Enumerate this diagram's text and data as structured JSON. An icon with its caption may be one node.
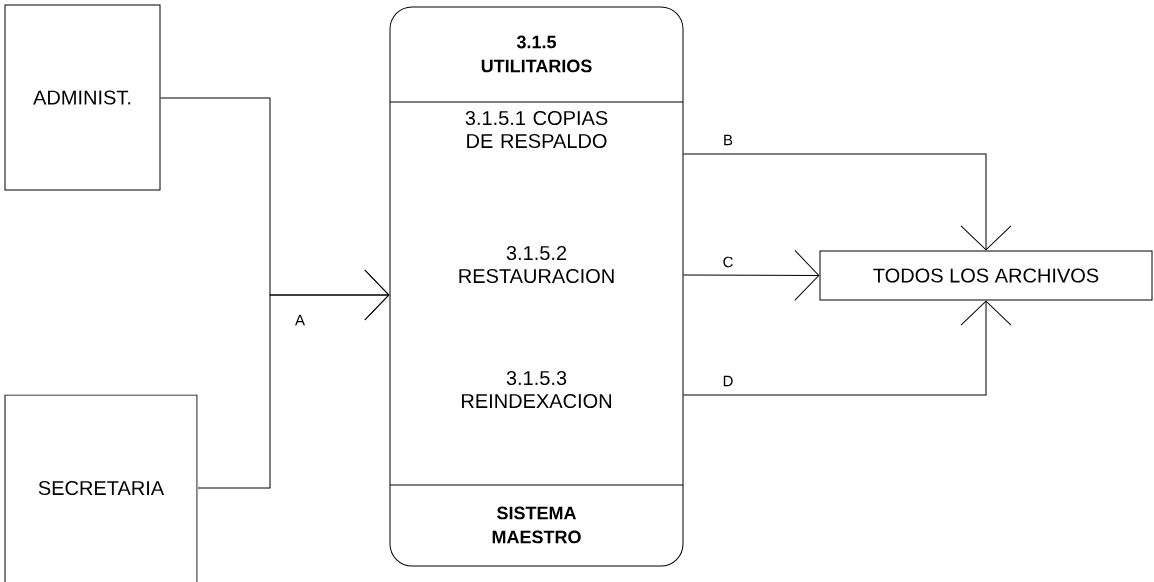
{
  "diagram": {
    "nodes": [
      {
        "text": [
          "ADMINIST."
        ]
      },
      {
        "text": [
          "SECRETARIA"
        ]
      },
      {
        "text": [
          "3.1.5 UTILITARIOS",
          "SISTEMA MAESTRO"
        ]
      },
      {
        "text": [
          "3.1.5.1 COPIAS DE RESPALDO"
        ],
        "in": 2
      },
      {
        "text": [
          "3.1.5.2 RESTAURACION"
        ],
        "in": 2
      },
      {
        "text": [
          "3.1.5.3 REINDEXACION"
        ],
        "in": 2
      },
      {
        "text": [
          "TODOS LOS ARCHIVOS"
        ]
      }
    ],
    "edges": [
      {
        "from": 0,
        "to": 2,
        "arrow": "to",
        "label": "A"
      },
      {
        "from": 1,
        "to": 2,
        "arrow": "to"
      },
      {
        "from": 3,
        "to": 6,
        "arrow": "to",
        "label": "B"
      },
      {
        "from": 4,
        "to": 6,
        "arrow": "to",
        "label": "C"
      },
      {
        "from": 5,
        "to": 6,
        "arrow": "to",
        "label": "D"
      }
    ]
  }
}
